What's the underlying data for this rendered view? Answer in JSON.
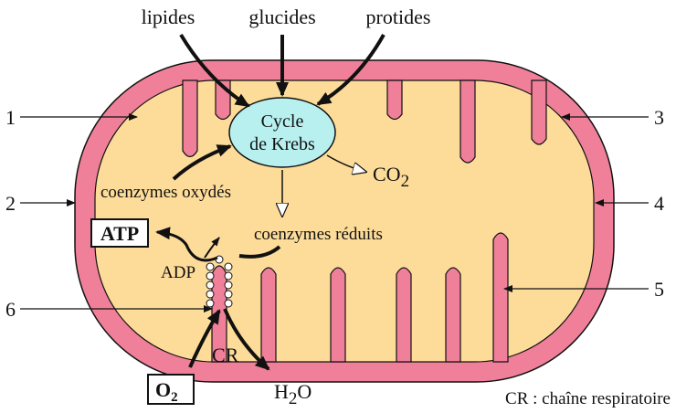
{
  "inputs": {
    "lipides": "lipides",
    "glucides": "glucides",
    "protides": "protides"
  },
  "krebs": {
    "line1": "Cycle",
    "line2": "de Krebs"
  },
  "co2": {
    "base": "CO",
    "sub": "2"
  },
  "coenzymes_oxydes": "coenzymes oxydés",
  "coenzymes_reduits": "coenzymes réduits",
  "atp": "ATP",
  "adp": "ADP",
  "cr": "CR",
  "o2": {
    "base": "O",
    "sub": "2"
  },
  "h2o": {
    "pre": "H",
    "sub": "2",
    "post": "O"
  },
  "legend": "CR : chaîne respiratoire",
  "markers": {
    "m1": "1",
    "m2": "2",
    "m3": "3",
    "m4": "4",
    "m5": "5",
    "m6": "6"
  },
  "colors": {
    "outer": "#f0809a",
    "matrix": "#fddc9a",
    "krebs": "#b8f0f0",
    "ink": "#111111"
  }
}
